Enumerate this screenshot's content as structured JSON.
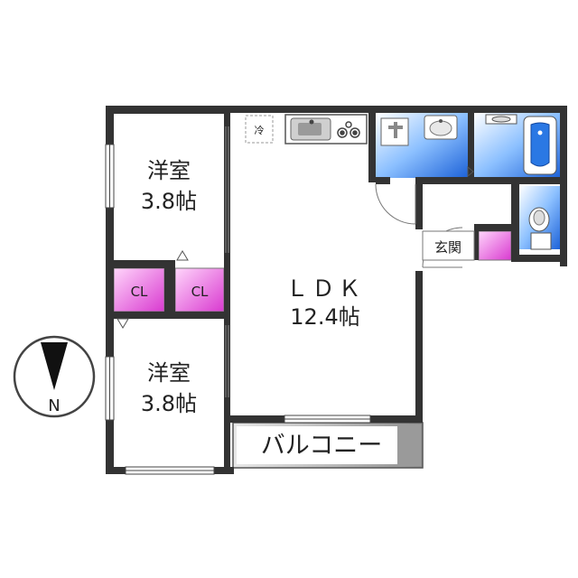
{
  "rooms": {
    "western_1": {
      "name": "洋室",
      "size": "3.8帖"
    },
    "western_2": {
      "name": "洋室",
      "size": "3.8帖"
    },
    "ldk": {
      "name": "ＬＤＫ",
      "size": "12.4帖"
    }
  },
  "closets": {
    "label_1": "CL",
    "label_2": "CL"
  },
  "fridge_label": "冷",
  "entrance_label": "玄関",
  "balcony_label": "バルコニー",
  "compass": {
    "north_label": "N"
  },
  "colors": {
    "wall": "#333333",
    "wet_area": "#1f6fe0",
    "closet": "#e64fe0",
    "balcony": "#a8a8a8"
  }
}
